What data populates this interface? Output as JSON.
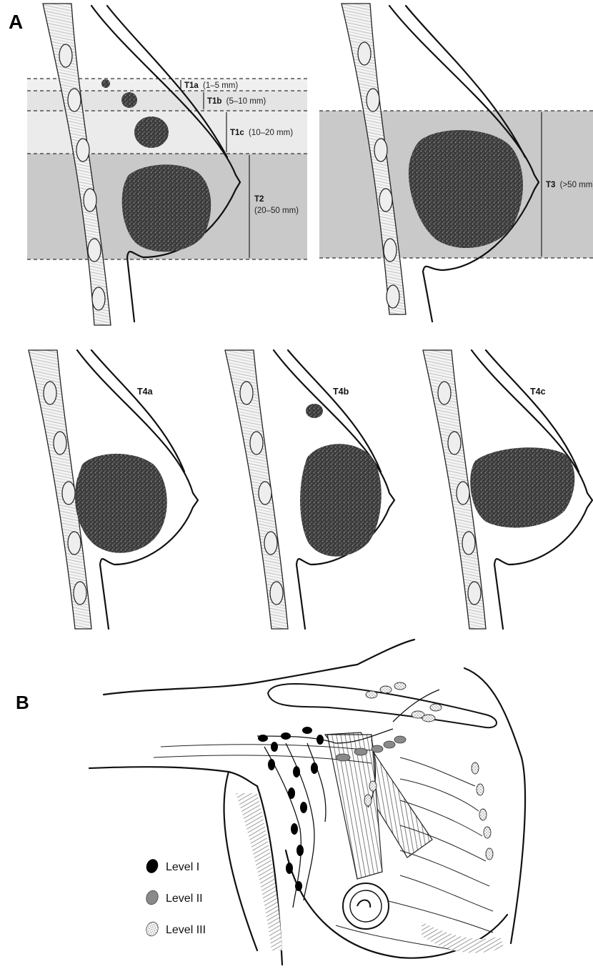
{
  "panel_a": {
    "letter": "A",
    "top_left": {
      "bands": [
        {
          "code": "T1a",
          "range": "(1–5 mm)"
        },
        {
          "code": "T1b",
          "range": "(5–10 mm)"
        },
        {
          "code": "T1c",
          "range": "(10–20 mm)"
        },
        {
          "code": "T2",
          "range": "(20–50 mm)"
        }
      ]
    },
    "top_right": {
      "code": "T3",
      "range": "(>50 mm)"
    },
    "bottom": [
      {
        "code": "T4a"
      },
      {
        "code": "T4b"
      },
      {
        "code": "T4c"
      }
    ]
  },
  "panel_b": {
    "letter": "B",
    "legend": [
      {
        "label": "Level I",
        "color": "#000000",
        "pattern": "solid-black"
      },
      {
        "label": "Level II",
        "color": "#8a8a8a",
        "pattern": "solid-gray"
      },
      {
        "label": "Level III",
        "color": "#d8d8d8",
        "pattern": "stipple"
      }
    ]
  },
  "colors": {
    "band_light": "#ebebeb",
    "band_mid": "#dddddd",
    "band_dark": "#c8c8c8",
    "tumor": "#4a4a4a"
  }
}
